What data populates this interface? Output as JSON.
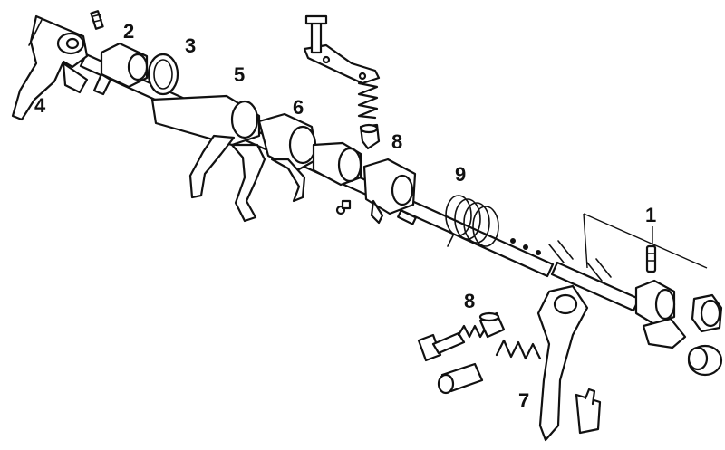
{
  "callouts": {
    "c1": "1",
    "c2": "2",
    "c3": "3",
    "c4": "4",
    "c5": "5",
    "c6": "6",
    "c7": "7",
    "c8a": "8",
    "c8b": "8",
    "c9": "9"
  },
  "colors": {
    "ink": "#111111",
    "paper": "#ffffff",
    "shade": "#d8d8d8"
  }
}
